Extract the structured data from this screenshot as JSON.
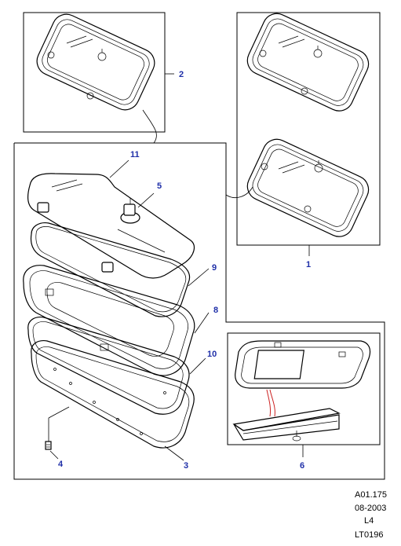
{
  "callouts": {
    "c1": "1",
    "c2": "2",
    "c3": "3",
    "c4": "4",
    "c5": "5",
    "c6": "6",
    "c8": "8",
    "c9": "9",
    "c10": "10",
    "c11": "11"
  },
  "reference": {
    "code": "A01.175",
    "date": "08-2003",
    "line3": "L4",
    "image_id": "LT0196"
  },
  "colors": {
    "callout": "#1f2fa8",
    "line": "#000000",
    "accent_red": "#cc2222"
  }
}
